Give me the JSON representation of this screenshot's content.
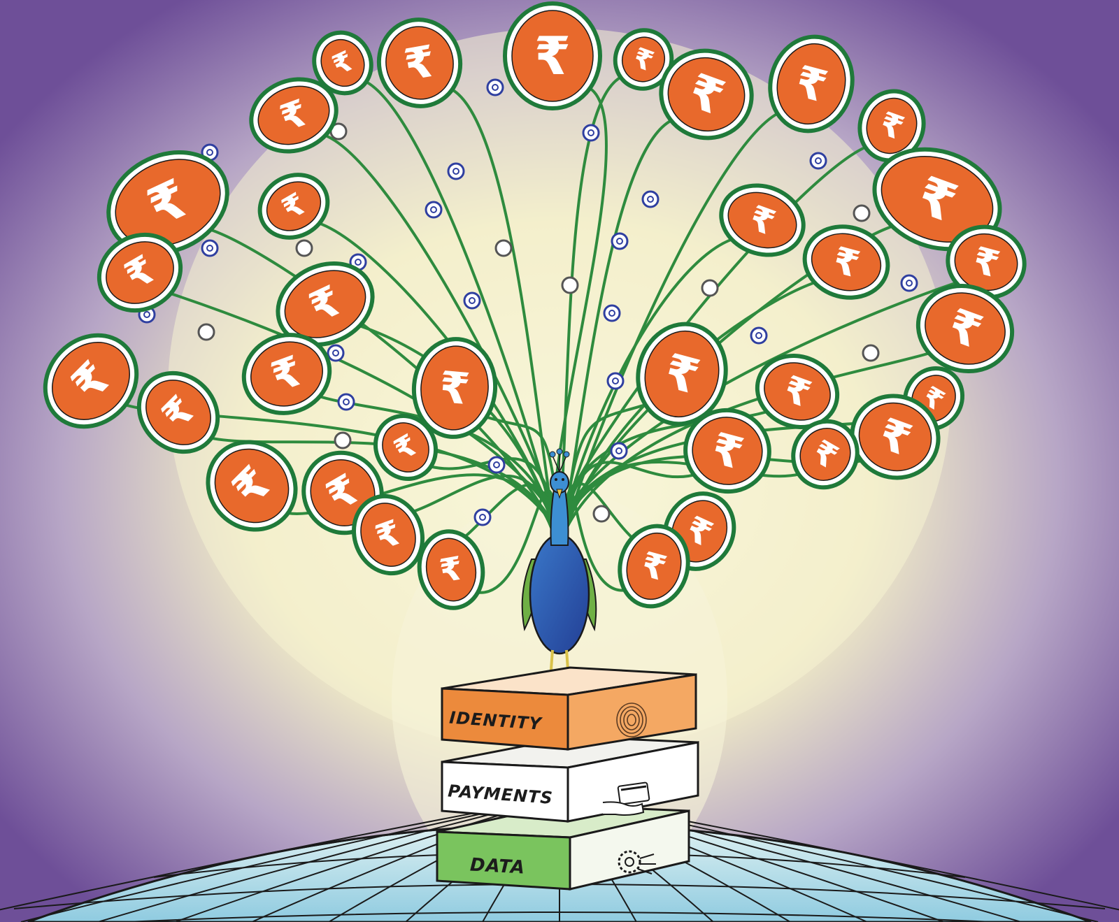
{
  "illustration": {
    "stack_layers": [
      {
        "label": "IDENTITY",
        "icon": "fingerprint-icon",
        "color": "#e8782e"
      },
      {
        "label": "PAYMENTS",
        "icon": "hand-card-icon",
        "color": "#ffffff"
      },
      {
        "label": "DATA",
        "icon": "gear-circuit-icon",
        "color": "#6fbf5a"
      }
    ],
    "coin_symbol": "₹",
    "colors": {
      "coin_fill": "#e8692c",
      "coin_ring": "#1f7a3a",
      "branch": "#2e8b3e",
      "node": "#2f3fa0",
      "background_glow": "#f4f0cf",
      "background_edge": "#7d5fa3",
      "globe": "#bfe3ee",
      "peacock_body": "#2f55b0"
    }
  }
}
